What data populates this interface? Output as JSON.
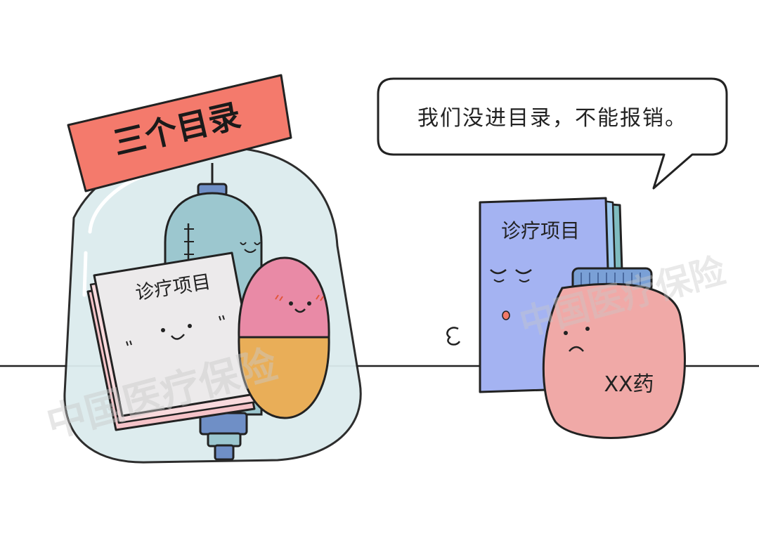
{
  "banner": {
    "text": "三个目录"
  },
  "jar_sheet": {
    "title": "诊疗项目"
  },
  "standing_book": {
    "title": "诊疗项目"
  },
  "pill_jar": {
    "label": "XX药"
  },
  "speech_bubble": {
    "text": "我们没进目录，不能报销。"
  },
  "watermark": {
    "text": "中国医疗保险"
  },
  "colors": {
    "banner_red": "#f47a6c",
    "jar_glass": "#dcecee",
    "syringe_blue": "#9cc7cf",
    "syringe_dark": "#6f8fc6",
    "capsule_pink": "#e98aa6",
    "capsule_orange": "#e9ae58",
    "book_blue": "#a4b3f2",
    "pill_pink": "#f0a9a7",
    "lid_blue": "#7aa0d6"
  }
}
